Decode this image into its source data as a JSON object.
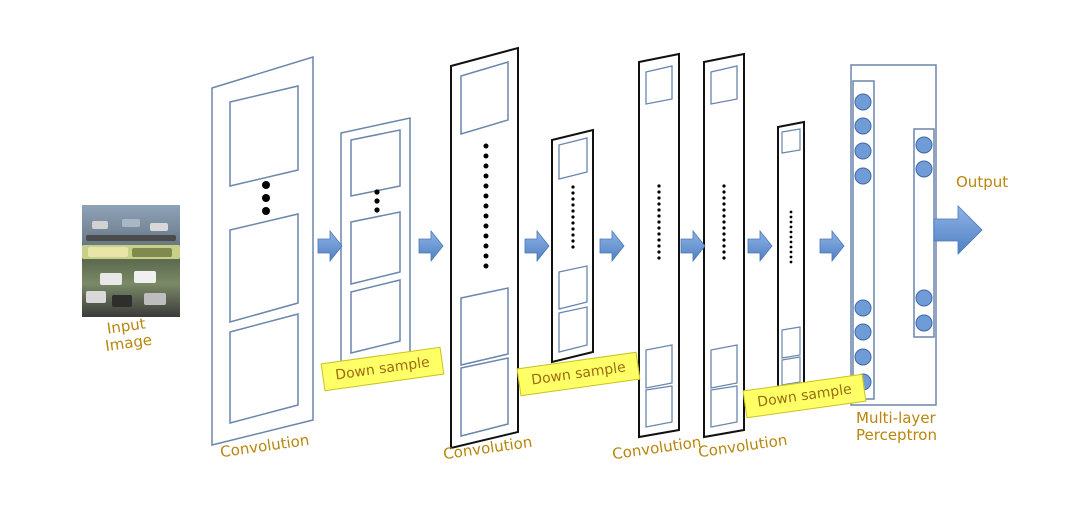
{
  "labels": {
    "input_image": "Input\nImage",
    "output": "Output",
    "convolution": "Convolution",
    "down_sample": "Down sample",
    "mlp": "Multi-layer\nPerceptron"
  },
  "colors": {
    "label_text": "#b8860b",
    "arrow_fill": "#6f9bd6",
    "neuron_fill": "#6f9bd6",
    "box_stroke": "#4a6a9a",
    "downsample_fill": "#ffff66"
  },
  "icons": {
    "input": "street-photo-image",
    "arrows": "right-arrow-icon",
    "neurons": "neuron-circle-icon"
  }
}
